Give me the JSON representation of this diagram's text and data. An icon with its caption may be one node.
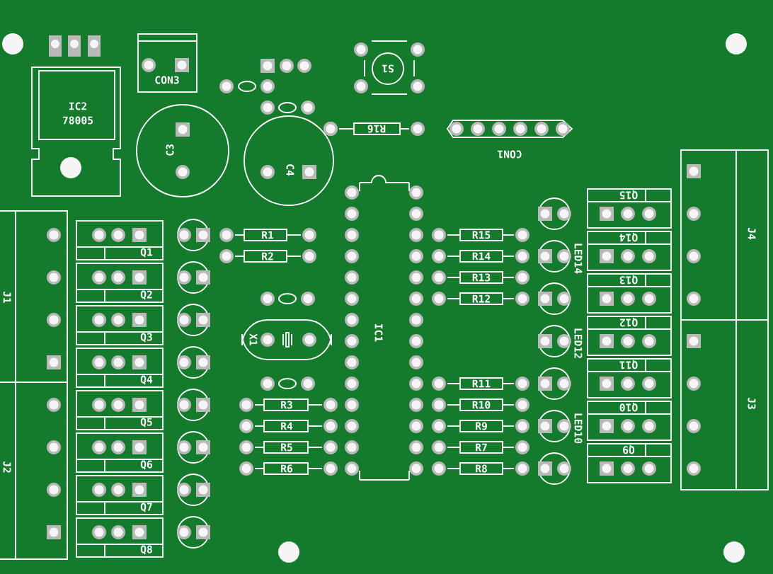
{
  "diagram": {
    "labels": [
      "IC2",
      "78005",
      "CON3",
      "S1",
      "R16",
      "CON1",
      "C3",
      "C4",
      "R1",
      "R2",
      "R15",
      "R14",
      "R13",
      "R12",
      "IC1",
      "X1",
      "LED14",
      "LED12",
      "LED10",
      "Q15",
      "Q14",
      "Q13",
      "Q12",
      "Q11",
      "Q10",
      "Q9",
      "J4",
      "J3",
      "J1",
      "J2",
      "Q1",
      "Q2",
      "Q3",
      "Q4",
      "Q5",
      "Q6",
      "Q7",
      "Q8",
      "R3",
      "R4",
      "R5",
      "R6",
      "R11",
      "R10",
      "R9",
      "R7",
      "R8"
    ]
  }
}
